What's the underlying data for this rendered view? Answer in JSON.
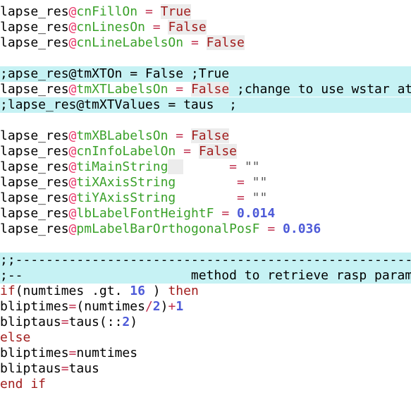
{
  "editor": {
    "colors": {
      "highlight_line": "#c6f2f4",
      "attribute": "#3aa12a",
      "at_sign": "#e8366a",
      "operator": "#c0314f",
      "keyword": "#a11c1c",
      "number": "#4d5ad8"
    },
    "lines": [
      {
        "hl": false,
        "segs": [
          {
            "t": "lapse_res",
            "c": "default"
          },
          {
            "t": "@",
            "c": "at"
          },
          {
            "t": "cnFillOn",
            "c": "attr"
          },
          {
            "t": " ",
            "c": "default"
          },
          {
            "t": "=",
            "c": "op"
          },
          {
            "t": " ",
            "c": "default"
          },
          {
            "t": "True",
            "c": "boolbg"
          }
        ]
      },
      {
        "hl": false,
        "segs": [
          {
            "t": "lapse_res",
            "c": "default"
          },
          {
            "t": "@",
            "c": "at"
          },
          {
            "t": "cnLinesOn",
            "c": "attr"
          },
          {
            "t": " ",
            "c": "default"
          },
          {
            "t": "=",
            "c": "op"
          },
          {
            "t": " ",
            "c": "default"
          },
          {
            "t": "False",
            "c": "boolbg"
          }
        ]
      },
      {
        "hl": false,
        "segs": [
          {
            "t": "lapse_res",
            "c": "default"
          },
          {
            "t": "@",
            "c": "at"
          },
          {
            "t": "cnLineLabelsOn",
            "c": "attr"
          },
          {
            "t": " ",
            "c": "default"
          },
          {
            "t": "=",
            "c": "op"
          },
          {
            "t": " ",
            "c": "default"
          },
          {
            "t": "False",
            "c": "boolbg"
          }
        ]
      },
      {
        "hl": false,
        "segs": []
      },
      {
        "hl": true,
        "segs": [
          {
            "t": ";apse_res@tmXTOn = False ;True",
            "c": "comment"
          }
        ]
      },
      {
        "hl": false,
        "segs": [
          {
            "t": "lapse_res",
            "c": "default"
          },
          {
            "t": "@",
            "c": "at"
          },
          {
            "t": "tmXTLabelsOn",
            "c": "attr"
          },
          {
            "t": " ",
            "c": "default"
          },
          {
            "t": "=",
            "c": "op"
          },
          {
            "t": " ",
            "c": "default"
          },
          {
            "t": "False",
            "c": "boolbg"
          },
          {
            "t": " ;change to use wstar at top",
            "c": "hlcomment"
          }
        ]
      },
      {
        "hl": true,
        "segs": [
          {
            "t": ";lapse_res@tmXTValues = taus  ;",
            "c": "comment"
          }
        ]
      },
      {
        "hl": false,
        "segs": []
      },
      {
        "hl": false,
        "segs": [
          {
            "t": "lapse_res",
            "c": "default"
          },
          {
            "t": "@",
            "c": "at"
          },
          {
            "t": "tmXBLabelsOn",
            "c": "attr"
          },
          {
            "t": " ",
            "c": "default"
          },
          {
            "t": "=",
            "c": "op"
          },
          {
            "t": " ",
            "c": "default"
          },
          {
            "t": "False",
            "c": "boolbg"
          }
        ]
      },
      {
        "hl": false,
        "segs": [
          {
            "t": "lapse_res",
            "c": "default"
          },
          {
            "t": "@",
            "c": "at"
          },
          {
            "t": "cnInfoLabelOn",
            "c": "attr"
          },
          {
            "t": " ",
            "c": "default"
          },
          {
            "t": "=",
            "c": "op"
          },
          {
            "t": " ",
            "c": "default"
          },
          {
            "t": "False",
            "c": "boolbg"
          }
        ]
      },
      {
        "hl": false,
        "segs": [
          {
            "t": "lapse_res",
            "c": "default"
          },
          {
            "t": "@",
            "c": "at"
          },
          {
            "t": "tiMainString",
            "c": "attr"
          },
          {
            "t": "  ",
            "c": "pad"
          },
          {
            "t": "      ",
            "c": "default"
          },
          {
            "t": "=",
            "c": "op"
          },
          {
            "t": " ",
            "c": "default"
          },
          {
            "t": "\"\"",
            "c": "str"
          }
        ]
      },
      {
        "hl": false,
        "segs": [
          {
            "t": "lapse_res",
            "c": "default"
          },
          {
            "t": "@",
            "c": "at"
          },
          {
            "t": "tiXAxisString",
            "c": "attr"
          },
          {
            "t": "        ",
            "c": "default"
          },
          {
            "t": "=",
            "c": "op"
          },
          {
            "t": " ",
            "c": "default"
          },
          {
            "t": "\"\"",
            "c": "str"
          }
        ]
      },
      {
        "hl": false,
        "segs": [
          {
            "t": "lapse_res",
            "c": "default"
          },
          {
            "t": "@",
            "c": "at"
          },
          {
            "t": "tiYAxisString",
            "c": "attr"
          },
          {
            "t": "        ",
            "c": "default"
          },
          {
            "t": "=",
            "c": "op"
          },
          {
            "t": " ",
            "c": "default"
          },
          {
            "t": "\"\"",
            "c": "str"
          }
        ]
      },
      {
        "hl": false,
        "segs": [
          {
            "t": "lapse_res",
            "c": "default"
          },
          {
            "t": "@",
            "c": "at"
          },
          {
            "t": "lbLabelFontHeightF",
            "c": "attr"
          },
          {
            "t": " ",
            "c": "default"
          },
          {
            "t": "=",
            "c": "op"
          },
          {
            "t": " ",
            "c": "default"
          },
          {
            "t": "0.014",
            "c": "num"
          }
        ]
      },
      {
        "hl": false,
        "segs": [
          {
            "t": "lapse_res",
            "c": "default"
          },
          {
            "t": "@",
            "c": "at"
          },
          {
            "t": "pmLabelBarOrthogonalPosF",
            "c": "attr"
          },
          {
            "t": " ",
            "c": "default"
          },
          {
            "t": "=",
            "c": "op"
          },
          {
            "t": " ",
            "c": "default"
          },
          {
            "t": "0.036",
            "c": "num"
          }
        ]
      },
      {
        "hl": false,
        "segs": []
      },
      {
        "hl": true,
        "segs": [
          {
            "t": ";;--------------------------------------------------------------",
            "c": "comment"
          }
        ]
      },
      {
        "hl": true,
        "segs": [
          {
            "t": ";--                      method to retrieve rasp parameters",
            "c": "comment"
          }
        ]
      },
      {
        "hl": false,
        "segs": [
          {
            "t": "if",
            "c": "kw"
          },
          {
            "t": "(numtimes ",
            "c": "default"
          },
          {
            "t": ".gt.",
            "c": "default"
          },
          {
            "t": " ",
            "c": "default"
          },
          {
            "t": "16",
            "c": "num"
          },
          {
            "t": " ) ",
            "c": "default"
          },
          {
            "t": "then",
            "c": "kw"
          }
        ]
      },
      {
        "hl": false,
        "segs": [
          {
            "t": "bliptimes",
            "c": "default"
          },
          {
            "t": "=",
            "c": "op"
          },
          {
            "t": "(numtimes",
            "c": "default"
          },
          {
            "t": "/",
            "c": "op"
          },
          {
            "t": "2",
            "c": "num"
          },
          {
            "t": ")",
            "c": "default"
          },
          {
            "t": "+",
            "c": "op"
          },
          {
            "t": "1",
            "c": "num"
          }
        ]
      },
      {
        "hl": false,
        "segs": [
          {
            "t": "bliptaus",
            "c": "default"
          },
          {
            "t": "=",
            "c": "op"
          },
          {
            "t": "taus",
            "c": "default"
          },
          {
            "t": "(::",
            "c": "default"
          },
          {
            "t": "2",
            "c": "num"
          },
          {
            "t": ")",
            "c": "default"
          }
        ]
      },
      {
        "hl": false,
        "segs": [
          {
            "t": "else",
            "c": "kw"
          }
        ]
      },
      {
        "hl": false,
        "segs": [
          {
            "t": "bliptimes",
            "c": "default"
          },
          {
            "t": "=",
            "c": "op"
          },
          {
            "t": "numtimes",
            "c": "default"
          }
        ]
      },
      {
        "hl": false,
        "segs": [
          {
            "t": "bliptaus",
            "c": "default"
          },
          {
            "t": "=",
            "c": "op"
          },
          {
            "t": "taus",
            "c": "default"
          }
        ]
      },
      {
        "hl": false,
        "segs": [
          {
            "t": "end if",
            "c": "kw"
          }
        ]
      }
    ]
  }
}
